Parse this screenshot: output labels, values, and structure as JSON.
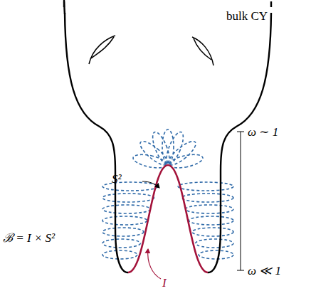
{
  "diagram": {
    "labels": [
      "bulk CY",
      "S²",
      "ℬ = I × S²",
      "I",
      "ω ∼ 1",
      "ω ≪ 1"
    ]
  }
}
